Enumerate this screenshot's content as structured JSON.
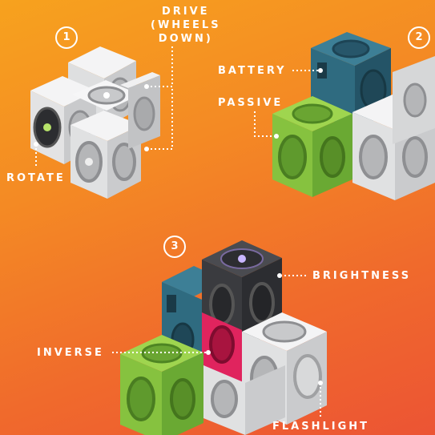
{
  "steps": [
    "1",
    "2",
    "3"
  ],
  "labels": {
    "drive": [
      "DRIVE",
      "(WHEELS",
      "DOWN)"
    ],
    "rotate": "ROTATE",
    "battery": "BATTERY",
    "passive": "PASSIVE",
    "brightness": "BRIGHTNESS",
    "inverse": "INVERSE",
    "flashlight": "FLASHLIGHT"
  },
  "colors": {
    "white_cube": "#e9e9ea",
    "green_cube": "#86c23f",
    "blue_cube": "#2f6b80",
    "black_cube": "#3a3b3f",
    "pink_cube": "#e0245e",
    "face_ring": "#c9cacb",
    "face_hub": "#8b8c8f"
  }
}
